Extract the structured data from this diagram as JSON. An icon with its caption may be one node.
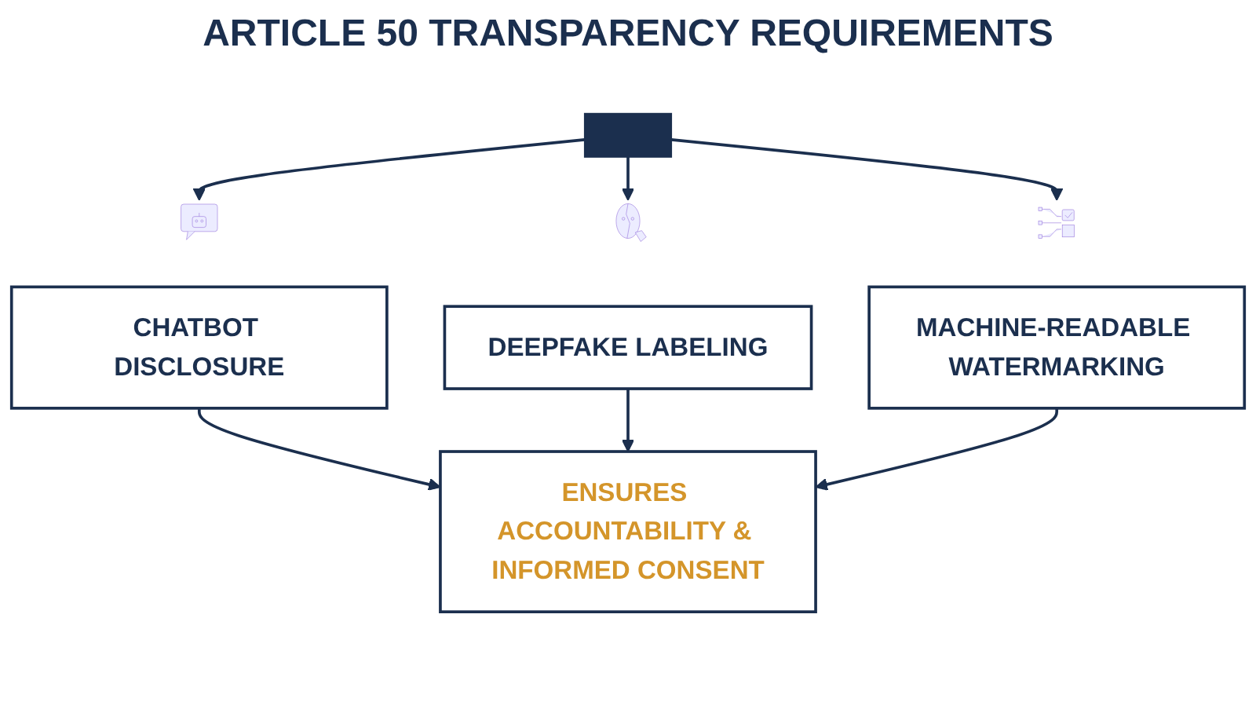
{
  "diagram": {
    "title": "ARTICLE 50 TRANSPARENCY REQUIREMENTS",
    "nodes": [
      {
        "text": [],
        "shape": "bar"
      },
      {
        "text": [],
        "shape": "picture"
      },
      {
        "text": [],
        "shape": "picture"
      },
      {
        "text": [],
        "shape": "picture"
      },
      {
        "text": [
          "CHATBOT DISCLOSURE"
        ]
      },
      {
        "text": [
          "DEEPFAKE LABELING"
        ]
      },
      {
        "text": [
          "MACHINE-READABLE WATERMARKING"
        ]
      },
      {
        "text": [
          "ENSURES ACCOUNTABILITY & INFORMED CONSENT"
        ]
      }
    ],
    "edges": [
      {
        "from": 0,
        "to": 1,
        "arrow": "to"
      },
      {
        "from": 0,
        "to": 2,
        "arrow": "to"
      },
      {
        "from": 0,
        "to": 3,
        "arrow": "to"
      },
      {
        "from": 4,
        "to": 7,
        "arrow": "to"
      },
      {
        "from": 5,
        "to": 7,
        "arrow": "to"
      },
      {
        "from": 6,
        "to": 7,
        "arrow": "to"
      }
    ]
  }
}
